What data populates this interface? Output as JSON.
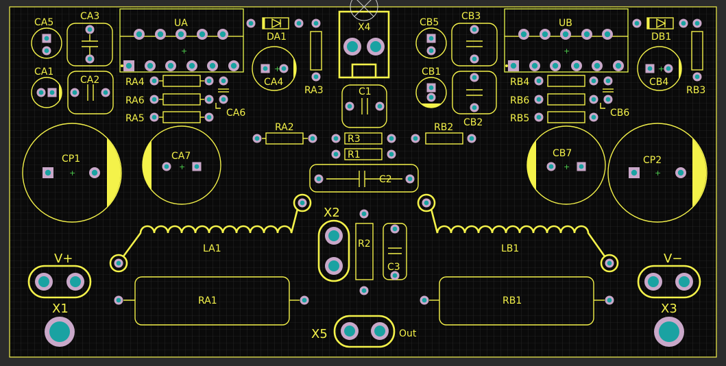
{
  "board": {
    "background": "#0a0a0a",
    "silkscreen_color": "#f4f24a",
    "grid_color": "#3a3a3a",
    "pad_color": "#c9a8c9",
    "hole_color": "#1aa2a2",
    "courtyard_color": "#4fd04f"
  },
  "labels": {
    "ua": "UA",
    "ub": "UB",
    "da1": "DA1",
    "db1": "DB1",
    "x4": "X4",
    "x2": "X2",
    "x5": "X5",
    "x1": "X1",
    "x3": "X3",
    "ca5": "CA5",
    "ca3": "CA3",
    "ca1": "CA1",
    "ca2": "CA2",
    "ca4": "CA4",
    "ca6": "CA6",
    "ca7": "CA7",
    "cb5": "CB5",
    "cb3": "CB3",
    "cb1": "CB1",
    "cb2": "CB2",
    "cb4": "CB4",
    "cb6": "CB6",
    "cb7": "CB7",
    "ra3": "RA3",
    "ra4": "RA4",
    "ra6": "RA6",
    "ra5": "RA5",
    "ra2": "RA2",
    "ra1": "RA1",
    "rb3": "RB3",
    "rb4": "RB4",
    "rb6": "RB6",
    "rb5": "RB5",
    "rb2": "RB2",
    "rb1": "RB1",
    "c1": "C1",
    "c2": "C2",
    "c3": "C3",
    "r1": "R1",
    "r2": "R2",
    "r3": "R3",
    "cp1": "CP1",
    "cp2": "CP2",
    "la1": "LA1",
    "lb1": "LB1",
    "vplus": "V+",
    "vminus": "V−",
    "out": "Out"
  }
}
